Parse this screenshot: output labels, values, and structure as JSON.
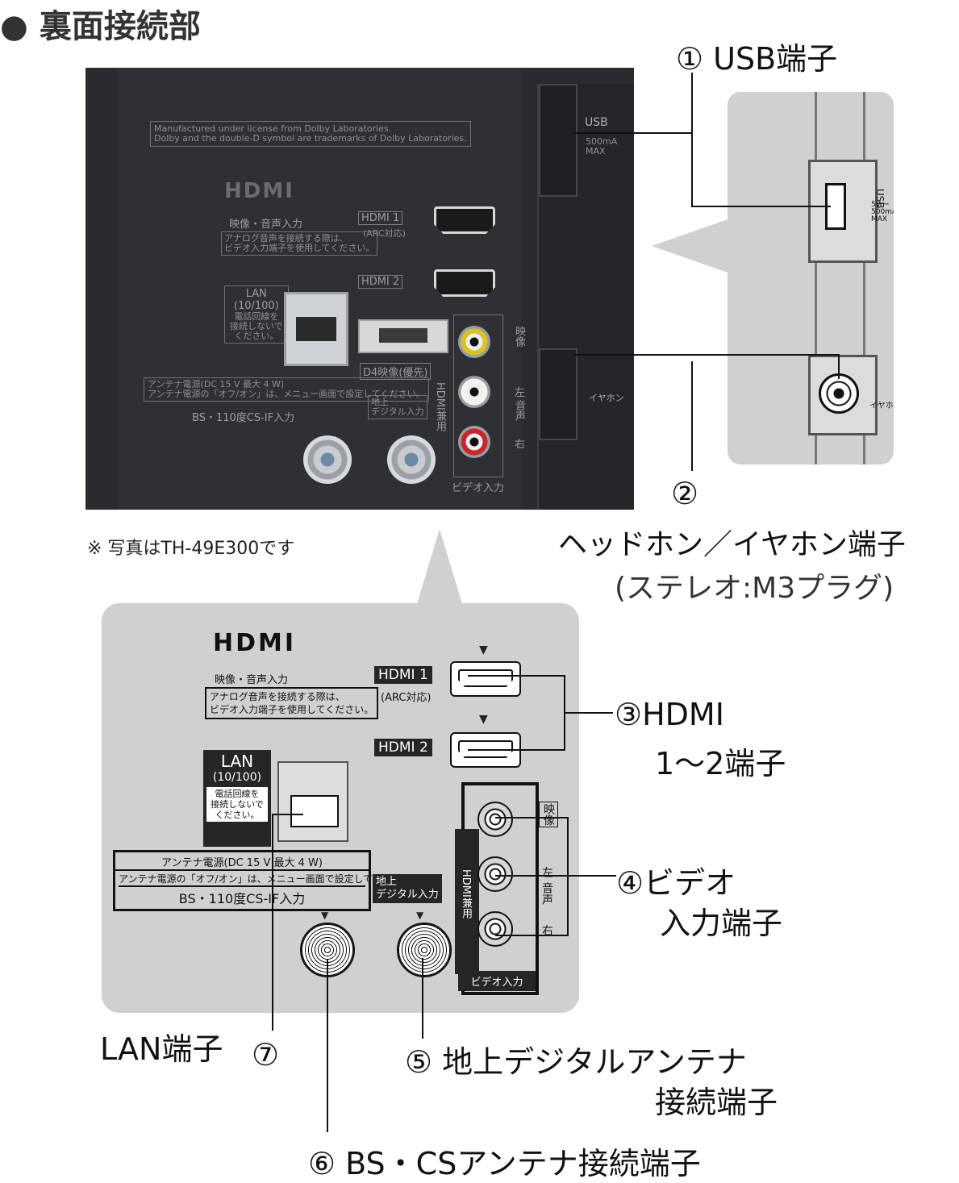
{
  "heading": "● 裏面接続部",
  "note": "※ 写真はTH-49E300です",
  "photo": {
    "dolby": [
      "Manufactured under license from Dolby Laboratories.",
      "Dolby and the double-D symbol are trademarks of Dolby Laboratories."
    ],
    "hdmi_logo": "HDMI",
    "av_title": "映像・音声入力",
    "av_note": [
      "アナログ音声を接続する際は、",
      "ビデオ入力端子を使用してください。"
    ],
    "hdmi1": "HDMI 1",
    "hdmi1_sub": "(ARC対応)",
    "hdmi2": "HDMI 2",
    "lan": "LAN",
    "lan_sub": "(10/100)",
    "lan_note": [
      "電話回線を",
      "接続しないで",
      "ください。"
    ],
    "antenna_power": "アンテナ電源(DC 15 V 最大 4 W)",
    "antenna_power_note": "アンテナ電源の「オフ/オン」は、メニュー画面で設定してください。",
    "bs_input": "BS・110度CS-IF入力",
    "d4": "D4映像(優先)",
    "terrestrial": [
      "地上",
      "デジタル入力"
    ],
    "hdmi_shared": "HDMI兼用",
    "video_in": "ビデオ入力",
    "video_v": "映像",
    "audio_l": "左",
    "audio": "音声",
    "audio_r": "右",
    "usb": "USB",
    "usb_spec": [
      "500mA",
      "MAX"
    ],
    "earphone": "イヤホン"
  },
  "side": {
    "usb": "USB",
    "usb_spec": [
      "5V ⎓",
      "500mA",
      "MAX"
    ],
    "earphone": "イヤホ"
  },
  "panel": {
    "hdmi_logo": "HDMI",
    "av_title": "映像・音声入力",
    "av_note": [
      "アナログ音声を接続する際は、",
      "ビデオ入力端子を使用してください。"
    ],
    "hdmi1": "HDMI 1",
    "hdmi1_sub": "(ARC対応)",
    "hdmi2": "HDMI 2",
    "lan": "LAN",
    "lan_sub": "(10/100)",
    "lan_note": [
      "電話回線を",
      "接続しないで",
      "ください。"
    ],
    "antenna_power": "アンテナ電源(DC 15 V 最大 4 W)",
    "antenna_power_note": "アンテナ電源の「オフ/オン」は、メニュー画面で設定してください。",
    "bs_input": "BS・110度CS-IF入力",
    "terrestrial": [
      "地上",
      "デジタル入力"
    ],
    "hdmi_shared": "HDMI兼用",
    "video_in": "ビデオ入力",
    "video_v": "映像",
    "audio_l": "左",
    "audio": "音声",
    "audio_r": "右"
  },
  "callouts": {
    "c1": "① USB端子",
    "c2_num": "②",
    "c2_title": "ヘッドホン／イヤホン端子",
    "c2_sub": "(ステレオ:M3プラグ)",
    "c3_line1": "③HDMI",
    "c3_line2": "1～2端子",
    "c4_line1": "④ビデオ",
    "c4_line2": "入力端子",
    "c5_line1": "⑤ 地上デジタルアンテナ",
    "c5_line2": "接続端子",
    "c6": "⑥ BS・CSアンテナ接続端子",
    "c7_label": "LAN端子",
    "c7_num": "⑦"
  }
}
